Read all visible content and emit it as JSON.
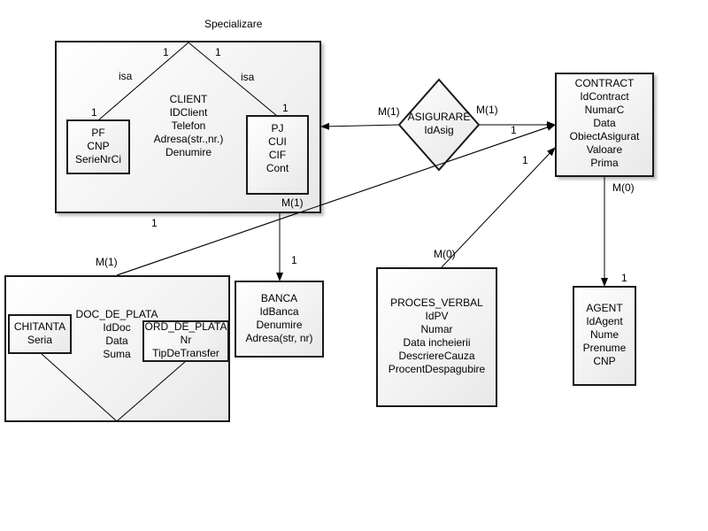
{
  "title": "Specializare",
  "entities": {
    "client": [
      "CLIENT",
      "IDClient",
      "Telefon",
      "Adresa(str.,nr.)",
      "Denumire"
    ],
    "pf": [
      "PF",
      "CNP",
      "SerieNrCi"
    ],
    "pj": [
      "PJ",
      "CUI",
      "CIF",
      "Cont"
    ],
    "contract": [
      "CONTRACT",
      "IdContract",
      "NumarC",
      "Data",
      "ObiectAsigurat",
      "Valoare",
      "Prima"
    ],
    "asigurare": [
      "ASIGURARE",
      "IdAsig"
    ],
    "doc_de_plata": [
      "DOC_DE_PLATA",
      "IdDoc",
      "Data",
      "Suma"
    ],
    "chitanta": [
      "CHITANTA",
      "Seria"
    ],
    "ord_de_plata": [
      "ORD_DE_PLATA",
      "Nr",
      "TipDeTransfer"
    ],
    "banca": [
      "BANCA",
      "IdBanca",
      "Denumire",
      "Adresa(str, nr)"
    ],
    "proces_verbal": [
      "PROCES_VERBAL",
      "IdPV",
      "Numar",
      "Data incheierii",
      "DescriereCauza",
      "ProcentDespagubire"
    ],
    "agent": [
      "AGENT",
      "IdAgent",
      "Nume",
      "Prenume",
      "CNP"
    ]
  },
  "labels": {
    "isa_left": "isa",
    "isa_right": "isa",
    "card_top_left": "1",
    "card_top_right": "1",
    "card_pf": "1",
    "card_pj": "1",
    "card_asig_left": "M(1)",
    "card_asig_right": "M(1)",
    "card_contract_asig": "1",
    "card_contract_pv": "1",
    "card_pj_banca": "M(1)",
    "card_banca": "1",
    "card_client_bottom": "1",
    "card_doc": "M(1)",
    "card_pv": "M(0)",
    "card_contract_agent": "M(0)",
    "card_agent": "1"
  }
}
